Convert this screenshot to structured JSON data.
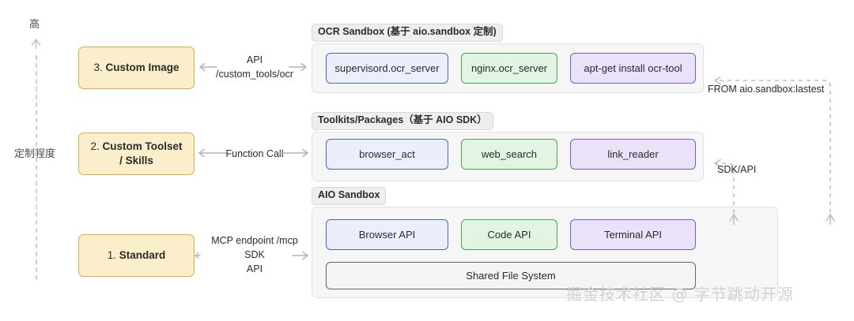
{
  "axis": {
    "top_label": "高",
    "name_label": "定制程度",
    "arrow_icon": "arrow-up-icon"
  },
  "stages": [
    {
      "id": "custom-image",
      "number": "3.",
      "title": "Custom Image",
      "subtitle": ""
    },
    {
      "id": "custom-toolset",
      "number": "2.",
      "title": "Custom Toolset",
      "subtitle": "/ Skills"
    },
    {
      "id": "standard",
      "number": "1.",
      "title": "Standard",
      "subtitle": ""
    }
  ],
  "connectors": [
    {
      "id": "conn-custom-image",
      "lines": [
        "API",
        "/custom_tools/ocr"
      ],
      "left_arrow": "arrow-left-icon",
      "right_arrow": "arrow-right-icon"
    },
    {
      "id": "conn-custom-toolset",
      "lines": [
        "Function Call"
      ],
      "left_arrow": "arrow-left-icon",
      "right_arrow": "arrow-right-icon"
    },
    {
      "id": "conn-standard",
      "lines": [
        "MCP endpoint /mcp",
        "SDK",
        "API"
      ],
      "left_arrow": "arrow-left-icon",
      "right_arrow": "arrow-right-icon"
    }
  ],
  "groups": {
    "ocr": {
      "label": "OCR Sandbox (基于 aio.sandbox 定制)"
    },
    "toolkits": {
      "label": "Toolkits/Packages（基于 AIO SDK）"
    },
    "aio": {
      "label": "AIO Sandbox"
    }
  },
  "chips": {
    "ocr": [
      {
        "id": "supervisord-ocr-server",
        "label": "supervisord.ocr_server",
        "color": "blue",
        "hex": "#4a69b8"
      },
      {
        "id": "nginx-ocr-server",
        "label": "nginx.ocr_server",
        "color": "green",
        "hex": "#4f9e56"
      },
      {
        "id": "apt-get-install-ocr-tool",
        "label": "apt-get install ocr-tool",
        "color": "purple",
        "hex": "#7a5bc2"
      }
    ],
    "toolkits": [
      {
        "id": "browser-act",
        "label": "browser_act",
        "color": "blue",
        "hex": "#4a69b8"
      },
      {
        "id": "web-search",
        "label": "web_search",
        "color": "green",
        "hex": "#4f9e56"
      },
      {
        "id": "link-reader",
        "label": "link_reader",
        "color": "purple",
        "hex": "#7a5bc2"
      }
    ],
    "aio": [
      {
        "id": "browser-api",
        "label": "Browser API",
        "color": "blue",
        "hex": "#4a69b8"
      },
      {
        "id": "code-api",
        "label": "Code API",
        "color": "green",
        "hex": "#4f9e56"
      },
      {
        "id": "terminal-api",
        "label": "Terminal API",
        "color": "purple",
        "hex": "#7a5bc2"
      }
    ],
    "shared": {
      "id": "shared-file-system",
      "label": "Shared File System",
      "color": "grey",
      "hex": "#656565"
    }
  },
  "right_connectors": [
    {
      "id": "from-image-label",
      "label": "FROM aio.sandbox:lastest"
    },
    {
      "id": "sdk-api-label",
      "label": "SDK/API"
    }
  ],
  "watermark": {
    "text": "掘金技术社区 @ 字节跳动开源"
  },
  "colors": {
    "stage_fill": "#fbeecb",
    "stage_border": "#d9ab4a",
    "group_fill": "#f6f6f7",
    "group_border": "#e2e2e5",
    "dashed": "#bdbdbd"
  }
}
